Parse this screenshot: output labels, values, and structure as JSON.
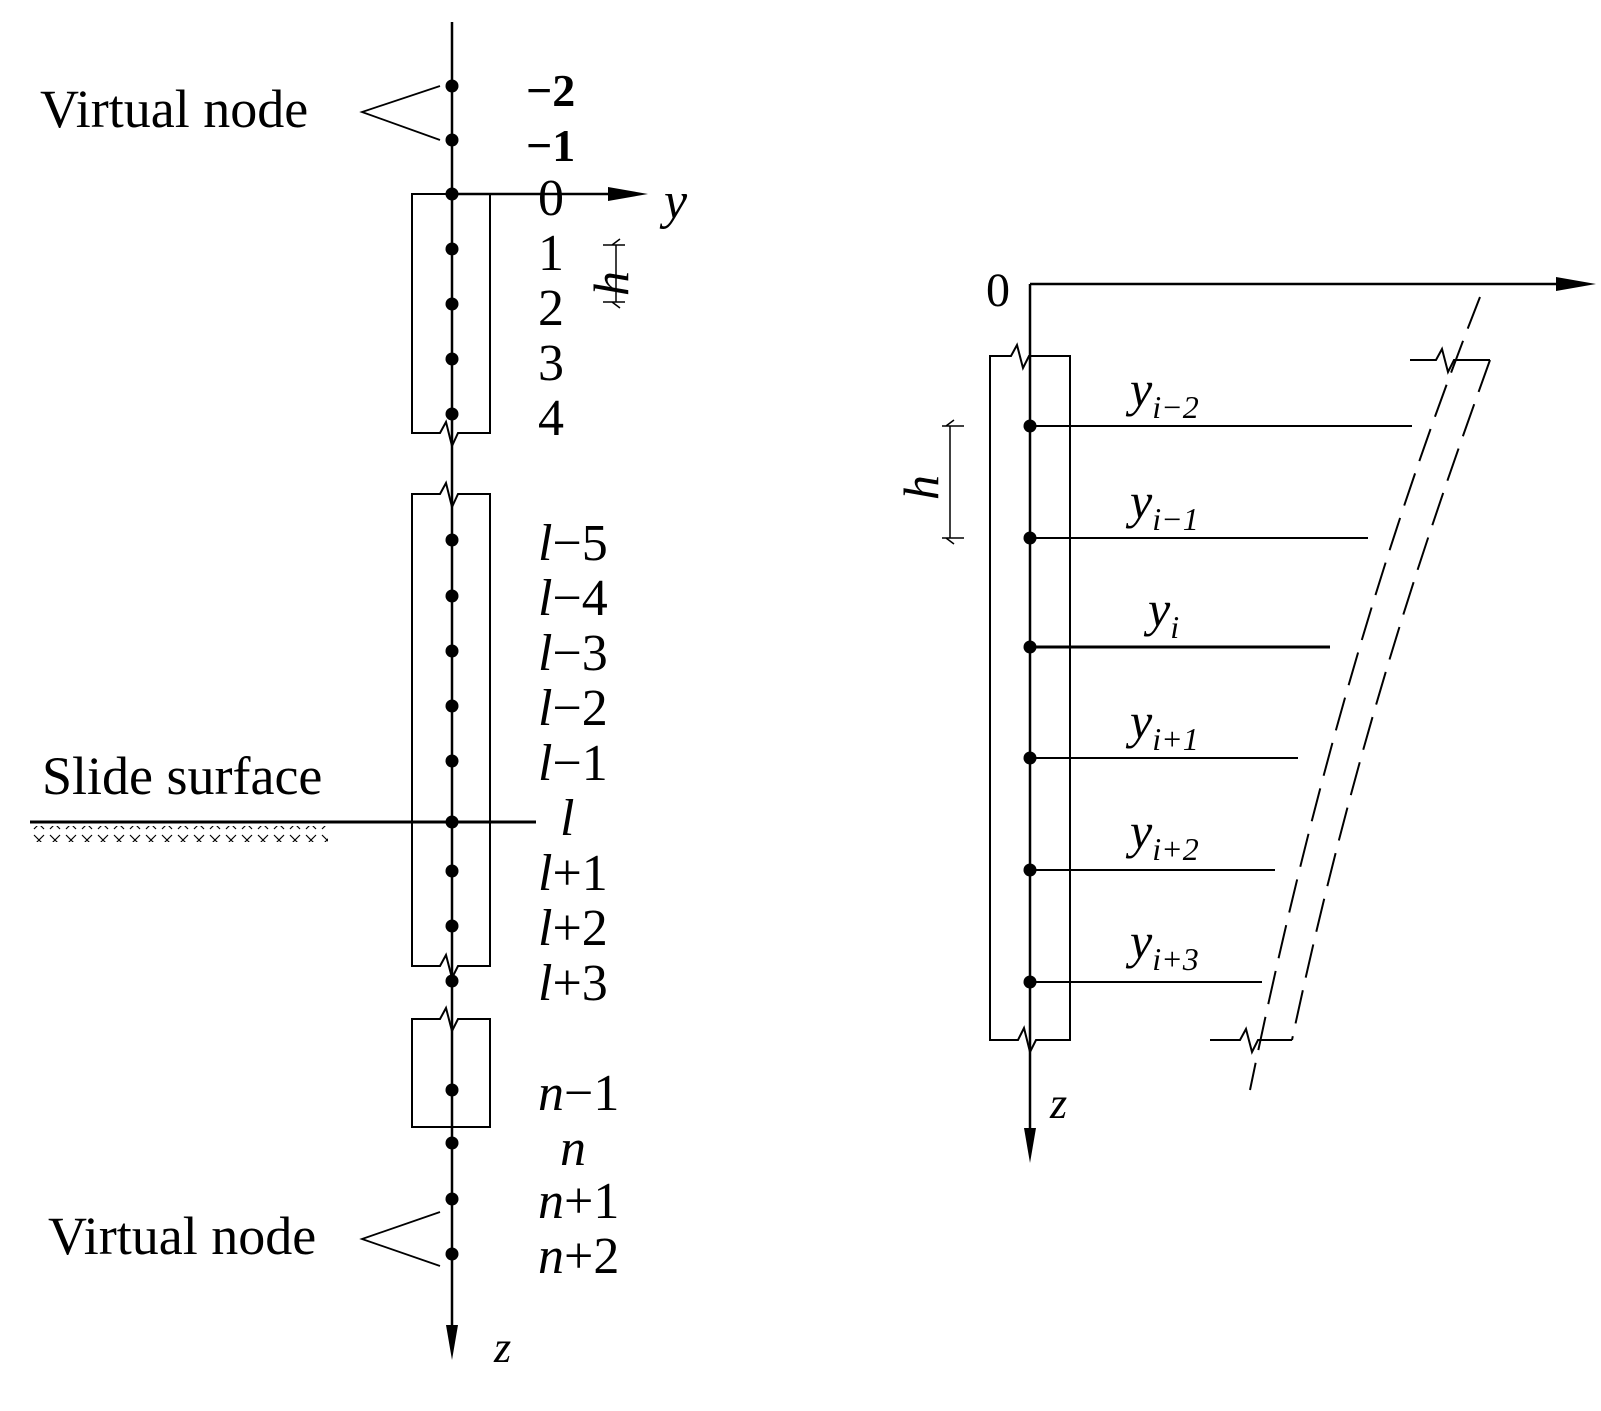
{
  "left": {
    "virtual_node_top": "Virtual node",
    "virtual_node_bottom": "Virtual node",
    "slide_surface": "Slide surface",
    "axis_y": "y",
    "axis_z": "z",
    "spacing": "h",
    "top_labels": [
      "−2",
      "−1"
    ],
    "pile_labels": [
      "0",
      "1",
      "2",
      "3",
      "4"
    ],
    "mid_labels": [
      {
        "base": "l",
        "suffix": "−5"
      },
      {
        "base": "l",
        "suffix": "−4"
      },
      {
        "base": "l",
        "suffix": "−3"
      },
      {
        "base": "l",
        "suffix": "−2"
      },
      {
        "base": "l",
        "suffix": "−1"
      },
      {
        "base": "l",
        "suffix": ""
      },
      {
        "base": "l",
        "suffix": "+1"
      },
      {
        "base": "l",
        "suffix": "+2"
      },
      {
        "base": "l",
        "suffix": "+3"
      }
    ],
    "bottom_labels": [
      {
        "base": "n",
        "suffix": "−1"
      },
      {
        "base": "n",
        "suffix": ""
      },
      {
        "base": "n",
        "suffix": "+1"
      },
      {
        "base": "n",
        "suffix": "+2"
      }
    ]
  },
  "right": {
    "origin": "0",
    "axis_z": "z",
    "spacing": "h",
    "deflections": [
      {
        "base": "y",
        "sub": "i−2"
      },
      {
        "base": "y",
        "sub": "i−1"
      },
      {
        "base": "y",
        "sub": "i"
      },
      {
        "base": "y",
        "sub": "i+1"
      },
      {
        "base": "y",
        "sub": "i+2"
      },
      {
        "base": "y",
        "sub": "i+3"
      }
    ]
  }
}
